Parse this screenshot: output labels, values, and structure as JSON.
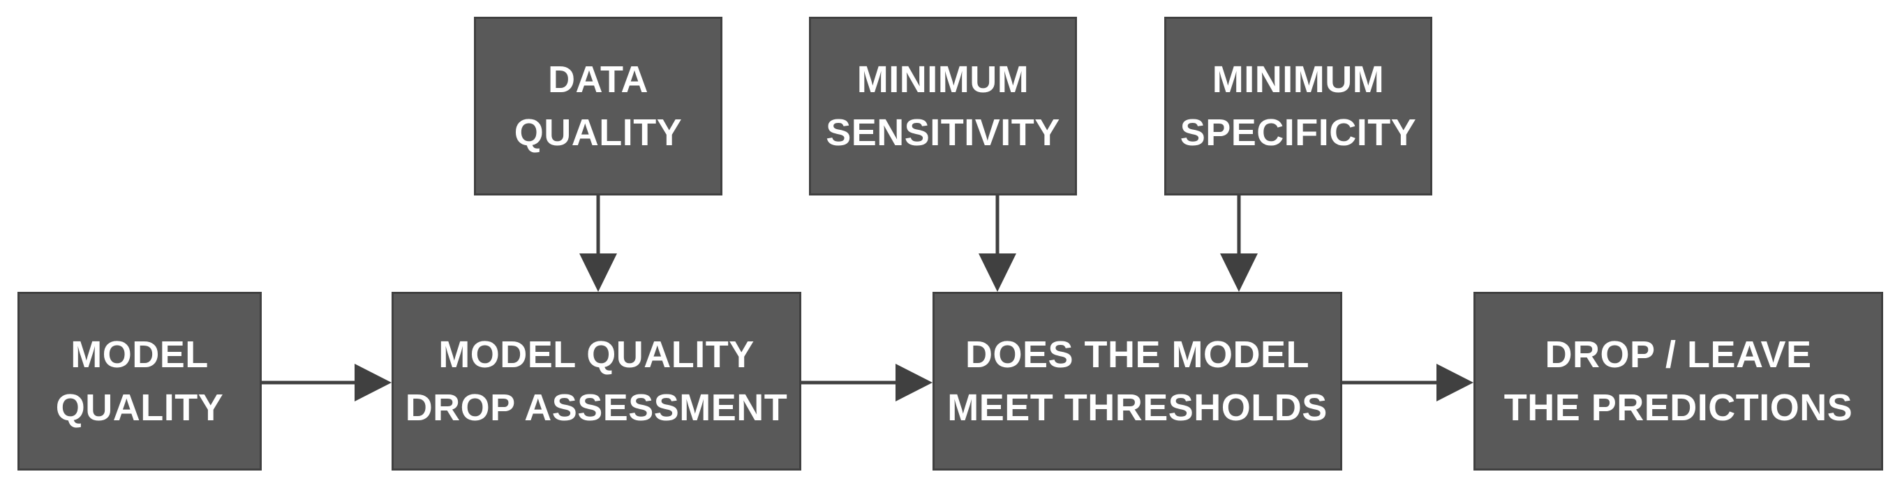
{
  "nodes": {
    "data_quality": [
      "DATA",
      "QUALITY"
    ],
    "minimum_sensitivity": [
      "MINIMUM",
      "SENSITIVITY"
    ],
    "minimum_specificity": [
      "MINIMUM",
      "SPECIFICITY"
    ],
    "model_quality": [
      "MODEL",
      "QUALITY"
    ],
    "drop_assessment": [
      "MODEL QUALITY",
      "DROP ASSESSMENT"
    ],
    "meet_thresholds": [
      "DOES THE MODEL",
      "MEET THRESHOLDS"
    ],
    "drop_leave": [
      "DROP / LEAVE",
      "THE PREDICTIONS"
    ]
  },
  "colors": {
    "box_fill": "#595959",
    "box_border": "#404040",
    "text": "#ffffff",
    "arrow": "#404040"
  }
}
